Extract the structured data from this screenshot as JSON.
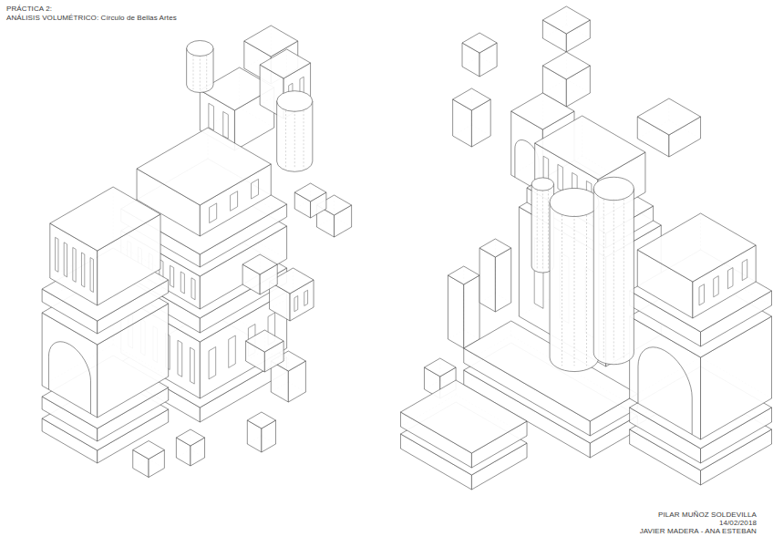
{
  "diagram": {
    "title": "PRÁCTICA 2:",
    "labels": [
      "ANÁLISIS VOLUMÉTRICO: Círculo de Bellas Artes",
      "PILAR MUÑOZ SOLDEVILLA",
      "14/02/2018",
      "JAVIER MADERA - ANA ESTEBAN"
    ]
  }
}
